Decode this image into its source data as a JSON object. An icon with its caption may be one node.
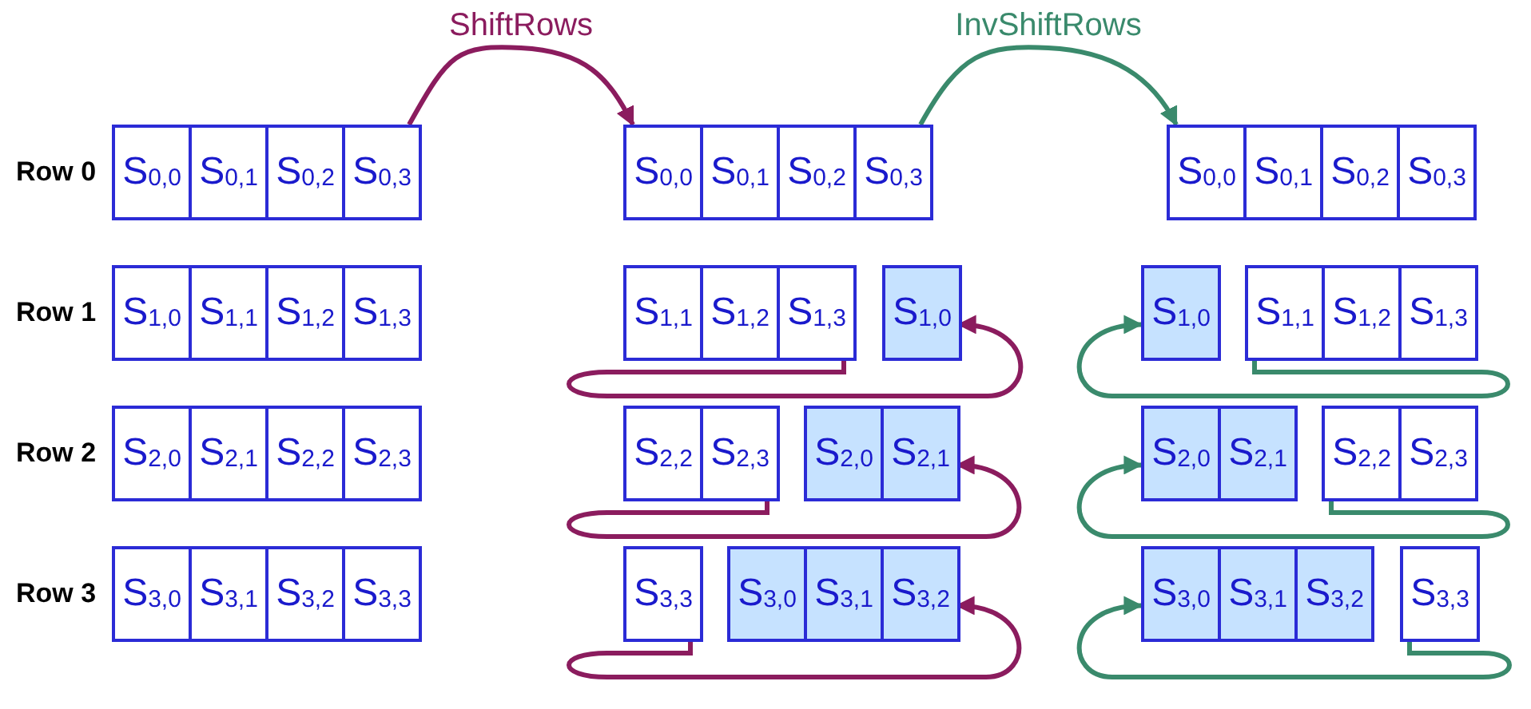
{
  "diagram": {
    "nodes": [
      {
        "text": [
          "S$_{0,0}$"
        ]
      },
      {
        "text": [
          "S$_{0,1}$"
        ]
      },
      {
        "text": [
          "S$_{0,2}$"
        ]
      },
      {
        "text": [
          "S$_{0,3}$"
        ]
      },
      {
        "text": [
          "S$_{1,0}$"
        ]
      },
      {
        "text": [
          "S$_{1,1}$"
        ]
      },
      {
        "text": [
          "S$_{1,2}$"
        ]
      },
      {
        "text": [
          "S$_{1,3}$"
        ]
      },
      {
        "text": [
          "S$_{2,0}$"
        ]
      },
      {
        "text": [
          "S$_{2,1}$"
        ]
      },
      {
        "text": [
          "S$_{2,2}$"
        ]
      },
      {
        "text": [
          "S$_{2,3}$"
        ]
      },
      {
        "text": [
          "S$_{3,0}$"
        ]
      },
      {
        "text": [
          "S$_{3,1}$"
        ]
      },
      {
        "text": [
          "S$_{3,2}$"
        ]
      },
      {
        "text": [
          "S$_{3,3}$"
        ]
      },
      {
        "text": [
          "S$_{0,0}$"
        ]
      },
      {
        "text": [
          "S$_{0,1}$"
        ]
      },
      {
        "text": [
          "S$_{0,2}$"
        ]
      },
      {
        "text": [
          "S$_{0,3}$"
        ]
      },
      {
        "text": [
          "S$_{1,1}$"
        ]
      },
      {
        "text": [
          "S$_{1,2}$"
        ]
      },
      {
        "text": [
          "S$_{1,3}$"
        ]
      },
      {
        "text": [
          "S$_{1,0}$"
        ]
      },
      {
        "text": [
          "S$_{2,2}$"
        ]
      },
      {
        "text": [
          "S$_{2,3}$"
        ]
      },
      {
        "text": [
          "S$_{2,0}$"
        ]
      },
      {
        "text": [
          "S$_{2,1}$"
        ]
      },
      {
        "text": [
          "S$_{3,3}$"
        ]
      },
      {
        "text": [
          "S$_{3,0}$"
        ]
      },
      {
        "text": [
          "S$_{3,1}$"
        ]
      },
      {
        "text": [
          "S$_{3,2}$"
        ]
      },
      {
        "text": [
          "S$_{0,0}$"
        ]
      },
      {
        "text": [
          "S$_{0,1}$"
        ]
      },
      {
        "text": [
          "S$_{0,2}$"
        ]
      },
      {
        "text": [
          "S$_{0,3}$"
        ]
      },
      {
        "text": [
          "S$_{1,0}$"
        ]
      },
      {
        "text": [
          "S$_{1,1}$"
        ]
      },
      {
        "text": [
          "S$_{1,2}$"
        ]
      },
      {
        "text": [
          "S$_{1,3}$"
        ]
      },
      {
        "text": [
          "S$_{2,0}$"
        ]
      },
      {
        "text": [
          "S$_{2,1}$"
        ]
      },
      {
        "text": [
          "S$_{2,2}$"
        ]
      },
      {
        "text": [
          "S$_{2,3}$"
        ]
      },
      {
        "text": [
          "S$_{3,0}$"
        ]
      },
      {
        "text": [
          "S$_{3,1}$"
        ]
      },
      {
        "text": [
          "S$_{3,2}$"
        ]
      },
      {
        "text": [
          "S$_{3,3}$"
        ]
      }
    ],
    "edges": [
      {
        "from": 3,
        "to": 16,
        "arrow": "to",
        "label": "ShiftRows",
        "color": "#8b1c5e"
      },
      {
        "from": 19,
        "to": 32,
        "arrow": "to",
        "label": "InvShiftRows",
        "color": "#3a8a6c"
      },
      {
        "from": 22,
        "to": 23,
        "arrow": "to",
        "color": "#8b1c5e"
      },
      {
        "from": 25,
        "to": 27,
        "arrow": "to",
        "color": "#8b1c5e"
      },
      {
        "from": 28,
        "to": 31,
        "arrow": "to",
        "color": "#8b1c5e"
      },
      {
        "from": 37,
        "to": 36,
        "arrow": "to",
        "color": "#3a8a6c"
      },
      {
        "from": 42,
        "to": 40,
        "arrow": "to",
        "color": "#3a8a6c"
      },
      {
        "from": 47,
        "to": 44,
        "arrow": "to",
        "color": "#3a8a6c"
      }
    ],
    "labels": [
      "Row 0",
      "Row 1",
      "Row 2",
      "Row 3"
    ]
  }
}
